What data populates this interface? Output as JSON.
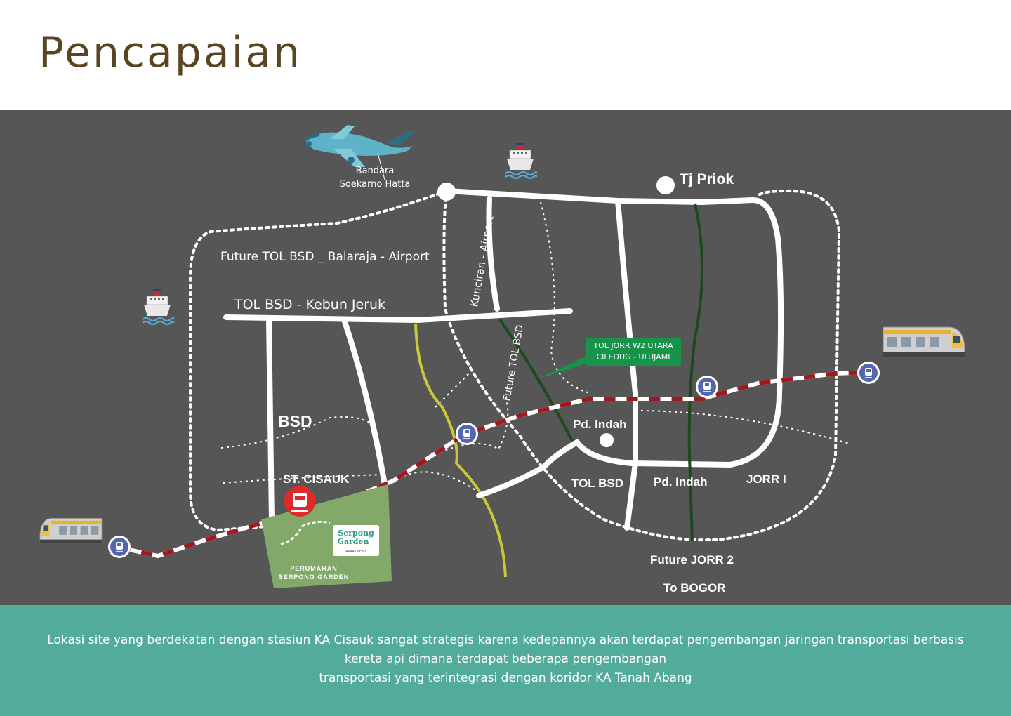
{
  "title": "Pencapaian",
  "colors": {
    "background": "#565656",
    "title": "#5a4522",
    "footer": "#52ab9b",
    "road": "#ffffff",
    "railway_red": "#a3181f",
    "jorr_w2": "#1c4a1c",
    "yellow_road": "#c9c83b",
    "site": "#82a86a",
    "station_icon": "#5566b0"
  },
  "labels": {
    "airport_line1": "Bandara",
    "airport_line2": "Soekarno Hatta",
    "tj_priok": "Tj Priok",
    "future_tol_airport": "Future TOL BSD _ Balaraja - Airport",
    "tol_bsd_kebun_jeruk": "TOL BSD - Kebun Jeruk",
    "kunciran_airport": "Kunciran - Airport",
    "future_tol_bsd": "Future TOL BSD",
    "jorr_w2_line1": "TOL JORR W2 UTARA",
    "jorr_w2_line2": "CILEDUG - ULUJAMI",
    "bsd": "BSD",
    "pd_indah_top": "Pd. Indah",
    "st_cisauk": "ST. CISAUK",
    "tol_bsd": "TOL BSD",
    "pd_indah_bottom": "Pd. Indah",
    "jorr_1": "JORR I",
    "future_jorr_2": "Future JORR 2",
    "to_bogor": "To BOGOR",
    "perumahan_line1": "PERUMAHAN",
    "perumahan_line2": "SERPONG GARDEN",
    "logo_line1": "Serpong",
    "logo_line2": "Garden",
    "logo_line3": "APARTMENT"
  },
  "icons": [
    "airplane-icon",
    "ship-icon",
    "train-icon",
    "station-icon",
    "cisauk-station-icon"
  ],
  "footer": {
    "line1": "Lokasi site yang berdekatan dengan stasiun KA Cisauk sangat strategis karena kedepannya akan terdapat pengembangan jaringan transportasi berbasis",
    "line2": "kereta api dimana terdapat beberapa pengembangan",
    "line3": "transportasi yang terintegrasi dengan koridor KA Tanah Abang"
  }
}
